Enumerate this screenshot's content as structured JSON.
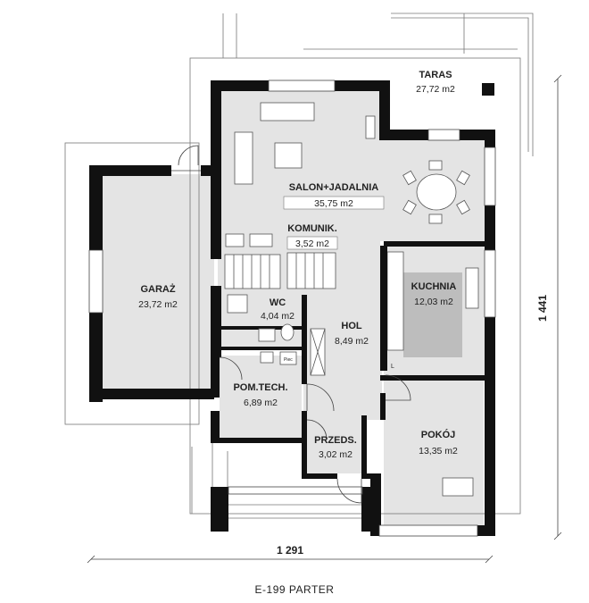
{
  "title": "E-199 PARTER",
  "dimensions": {
    "width": "1 291",
    "height": "1 441"
  },
  "rooms": {
    "taras": {
      "name": "TARAS",
      "area": "27,72 m2"
    },
    "salon": {
      "name": "SALON+JADALNIA",
      "area": "35,75 m2"
    },
    "komunik": {
      "name": "KOMUNIK.",
      "area": "3,52 m2"
    },
    "garaz": {
      "name": "GARAŻ",
      "area": "23,72 m2"
    },
    "wc": {
      "name": "WC",
      "area": "4,04 m2"
    },
    "kuchnia": {
      "name": "KUCHNIA",
      "area": "12,03 m2"
    },
    "hol": {
      "name": "HOL",
      "area": "8,49 m2"
    },
    "pomtech": {
      "name": "POM.TECH.",
      "area": "6,89 m2"
    },
    "przeds": {
      "name": "PRZEDS.",
      "area": "3,02 m2"
    },
    "pokoj": {
      "name": "POKÓJ",
      "area": "13,35 m2"
    }
  },
  "fixtures": {
    "boiler_label": "Piec",
    "kitchen_mark": "L"
  },
  "colors": {
    "floor": "#e4e4e4",
    "wall": "#111111",
    "kitchen_island": "#bdbdbd",
    "line": "#555555"
  }
}
